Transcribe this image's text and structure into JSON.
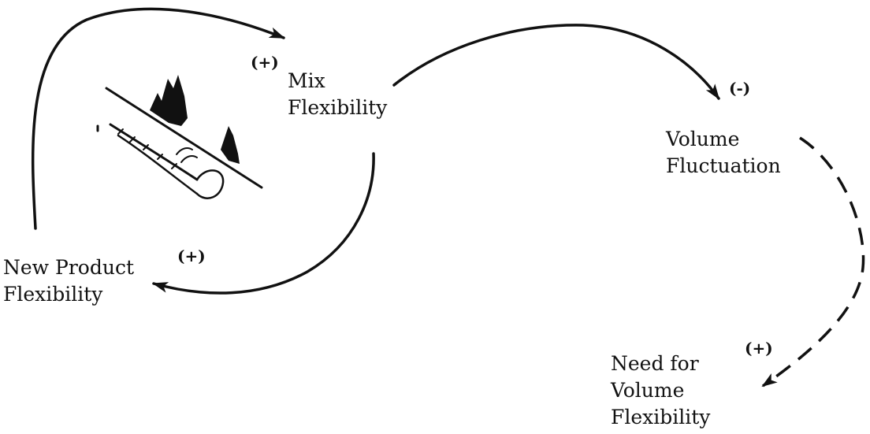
{
  "nodes": {
    "mix": {
      "line1": "Mix",
      "line2": "Flexibility"
    },
    "volume_fluctuation": {
      "line1": "Volume",
      "line2": "Fluctuation"
    },
    "new_product": {
      "line1": "New Product",
      "line2": "Flexibility"
    },
    "need_volume": {
      "line1": "Need for",
      "line2": "Volume",
      "line3": "Flexibility"
    }
  },
  "polarities": {
    "to_mix": "(+)",
    "to_volume_fluctuation": "(-)",
    "to_new_product": "(+)",
    "to_need_volume": "(+)"
  },
  "colors": {
    "ink": "#111111",
    "background": "#ffffff"
  },
  "icons": {
    "illustration": "road-tunnel-trees-sketch-icon"
  }
}
